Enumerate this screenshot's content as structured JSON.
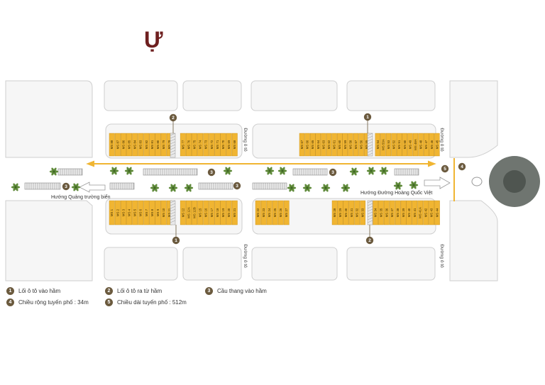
{
  "title": "Ự",
  "colors": {
    "lot": "#f0b532",
    "lot_border": "#c98e10",
    "marker": "#6b5a3e",
    "line": "#f0b532",
    "block": "#f6f6f6",
    "block_stroke": "#cfcfcf",
    "roundabout_outer": "#6f7570",
    "roundabout_inner": "#4f5550"
  },
  "road_labels": {
    "road": "Đường ô tô",
    "west": "Hướng Quảng trường biển",
    "east": "Hướng Đường Hoàng Quốc Việt"
  },
  "lots": {
    "top_left": [
      "MS 88",
      "MS 87",
      "MS 86",
      "MS 85",
      "MS 84",
      "MS 83",
      "MS 82",
      "MS 81",
      "MS 80",
      "MS 79",
      "MS 78",
      "MS 77",
      "MS 76",
      "MS 75",
      "MS 74",
      "MS 73",
      "MS 72",
      "MS 71",
      "MS 70",
      "MS 69",
      "MS 68"
    ],
    "top_right": [
      "MS 67",
      "MS 66",
      "MS 65",
      "MS 64",
      "MS 63",
      "MS 62",
      "MS 61",
      "MS 60",
      "MS 59",
      "MS 58",
      "MS 57",
      "MS 56",
      "MS 55",
      "MS 54",
      "MS 53A",
      "MS 53",
      "MS 52",
      "MS 51",
      "MS 50",
      "MS 49",
      "MS 48A",
      "MS 48",
      "MS 47",
      "MS 46",
      "MS 45"
    ],
    "bottom_left": [
      "MS 1",
      "MS 2",
      "MS 3",
      "MS 4",
      "MS 5",
      "MS 6",
      "MS 7",
      "MS 8",
      "MS 9",
      "MS 10",
      "MS 11",
      "MS 12",
      "MS 12A",
      "MS 12B",
      "MS 15",
      "MS 16",
      "MS 17",
      "MS 18",
      "MS 19",
      "MS 20",
      "MS 21"
    ],
    "bottom_mid": [
      "MS 22",
      "MS 23",
      "MS 24",
      "MS 25",
      "MS 26",
      "MS 27"
    ],
    "bottom_right": [
      "MS 28",
      "MS 29",
      "MS 30",
      "MS 31",
      "MS 32",
      "MS 33",
      "MS 34",
      "MS 35",
      "MS 36",
      "MS 37",
      "MS 38",
      "MS 39",
      "MS 40",
      "MS 41",
      "MS 41A",
      "MS 42",
      "MS 43",
      "MS 44"
    ]
  },
  "legend": [
    {
      "num": "1",
      "text": "Lối ô tô vào hầm"
    },
    {
      "num": "2",
      "text": "Lối ô tô ra từ hầm"
    },
    {
      "num": "3",
      "text": "Cầu thang vào hầm"
    },
    {
      "num": "4",
      "text": "Chiều rộng tuyến phố : 34m"
    },
    {
      "num": "5",
      "text": "Chiều dài tuyến phố : 512m"
    }
  ]
}
